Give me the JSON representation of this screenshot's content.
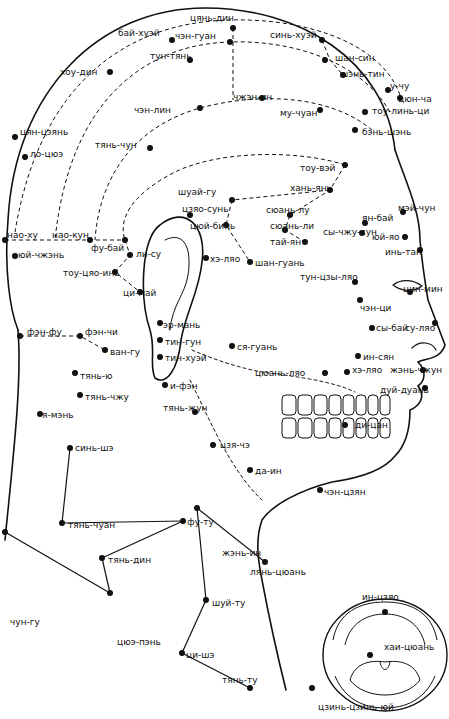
{
  "diagram": {
    "labels": [
      "цянь-дин",
      "бай-хуэй",
      "чэн-гуан",
      "синь-хуэй",
      "тун-тянь",
      "шан-син",
      "хоу-дин",
      "шэнь-тин",
      "у-чу",
      "чжэн-ин",
      "цюн-ча",
      "чэн-лин",
      "тоу-линь-ци",
      "му-чуан",
      "бэнь-шэнь",
      "цян-цзянь",
      "тянь-чун",
      "ло-цюэ",
      "тоу-вэй",
      "хань-янь",
      "шуай-гу",
      "цзяо-сунь",
      "сюань-лу",
      "ян-бай",
      "мэй-чун",
      "юй-яо",
      "цюй-бинь",
      "сюань-ли",
      "сы-чжу-кун",
      "инь-тан",
      "нао-ху",
      "нао-кун",
      "фу-бай",
      "юй-чжэнь",
      "ли-су",
      "тай-ян",
      "хэ-ляо",
      "шан-гуань",
      "тоу-цяо-инь",
      "тун-цзы-ляо",
      "цин-мин",
      "ци-май",
      "чэн-ци",
      "эр-мань",
      "сы-бай",
      "су-ляо",
      "тин-гун",
      "ся-гуань",
      "фэн-фу",
      "фэн-чи",
      "ван-гу",
      "тин-хуэй",
      "ин-сян",
      "тянь-ю",
      "цюань-ляо",
      "хэ-ляо",
      "жэнь-чжун",
      "и-фэн",
      "тянь-чжу",
      "дуй-дуань",
      "тянь-жун",
      "я-мэнь",
      "ди-цан",
      "цзя-чэ",
      "синь-шэ",
      "да-ин",
      "чэн-цзян",
      "тянь-чуан",
      "фу-ту",
      "тянь-дин",
      "жэнь-ин",
      "лянь-цюань",
      "шуй-ту",
      "чун-гу",
      "цюэ-пэнь",
      "ци-шэ",
      "тянь-ту",
      "ин-цзяо",
      "хаи-цюань",
      "цзинь-цзинь-юй"
    ]
  }
}
